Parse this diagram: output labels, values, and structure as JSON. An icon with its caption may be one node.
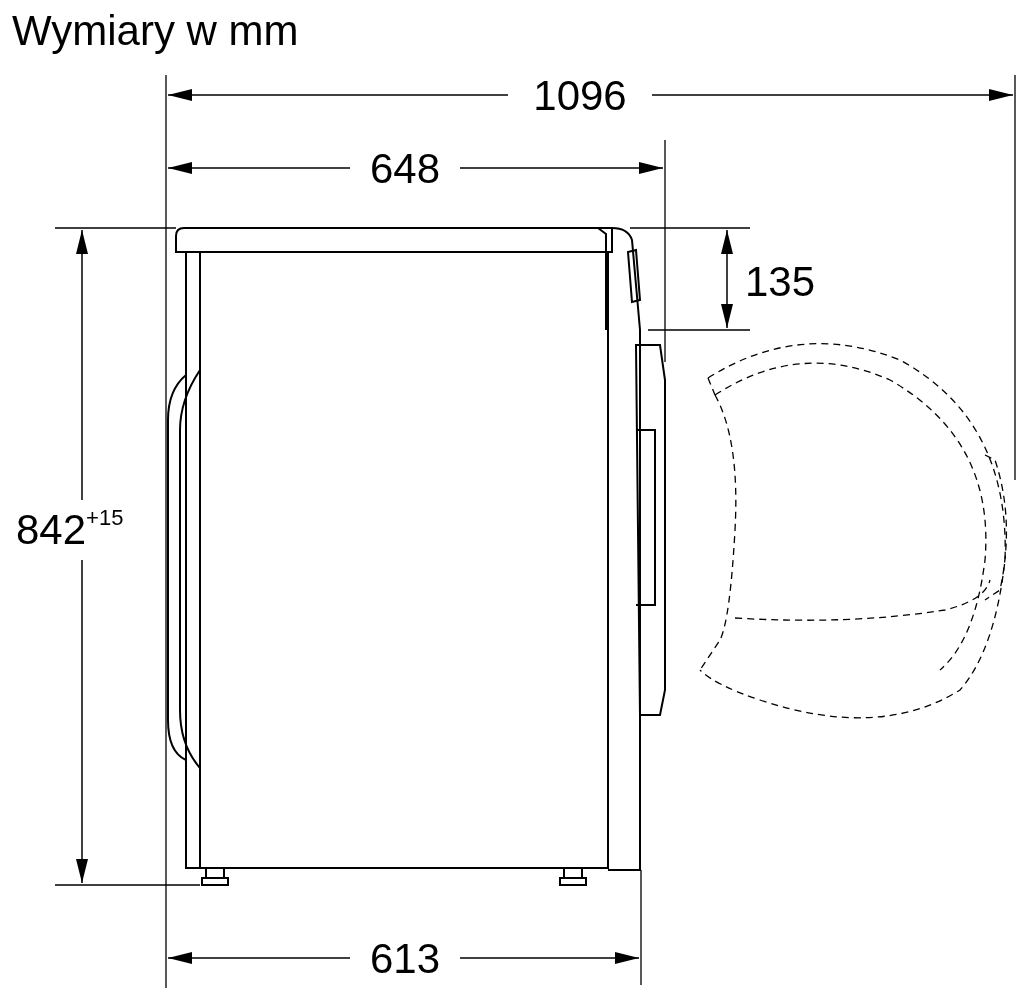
{
  "diagram": {
    "title": "Wymiary w mm",
    "labels": [
      "1096",
      "648",
      "135",
      "842$^{+15}$",
      "613"
    ]
  }
}
